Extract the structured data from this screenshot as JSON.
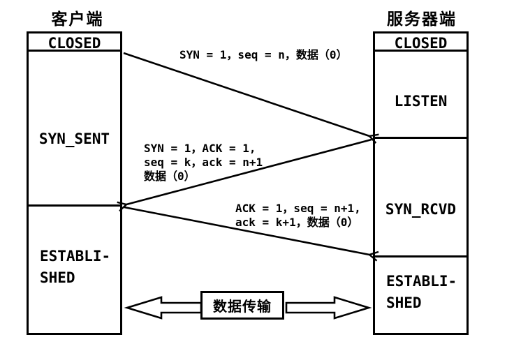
{
  "page": {
    "background": "#ffffff",
    "line_color": "#000000"
  },
  "client": {
    "title": "客户端",
    "states": {
      "closed": "CLOSED",
      "syn_sent": "SYN_SENT",
      "established": "ESTABLI-\nSHED"
    }
  },
  "server": {
    "title": "服务器端",
    "states": {
      "closed": "CLOSED",
      "listen": "LISTEN",
      "syn_rcvd": "SYN_RCVD",
      "established": "ESTABLI-\nSHED"
    }
  },
  "messages": [
    {
      "id": "syn",
      "from": "client",
      "to": "server",
      "label": "SYN = 1，seq = n，数据（0）"
    },
    {
      "id": "syn-ack",
      "from": "server",
      "to": "client",
      "label": "SYN = 1，ACK = 1,\nseq = k，ack = n+1\n数据（0）"
    },
    {
      "id": "ack",
      "from": "client",
      "to": "server",
      "label": "ACK = 1，seq = n+1,\nack = k+1，数据（0）"
    }
  ],
  "data_transfer": {
    "label": "数据传输"
  }
}
